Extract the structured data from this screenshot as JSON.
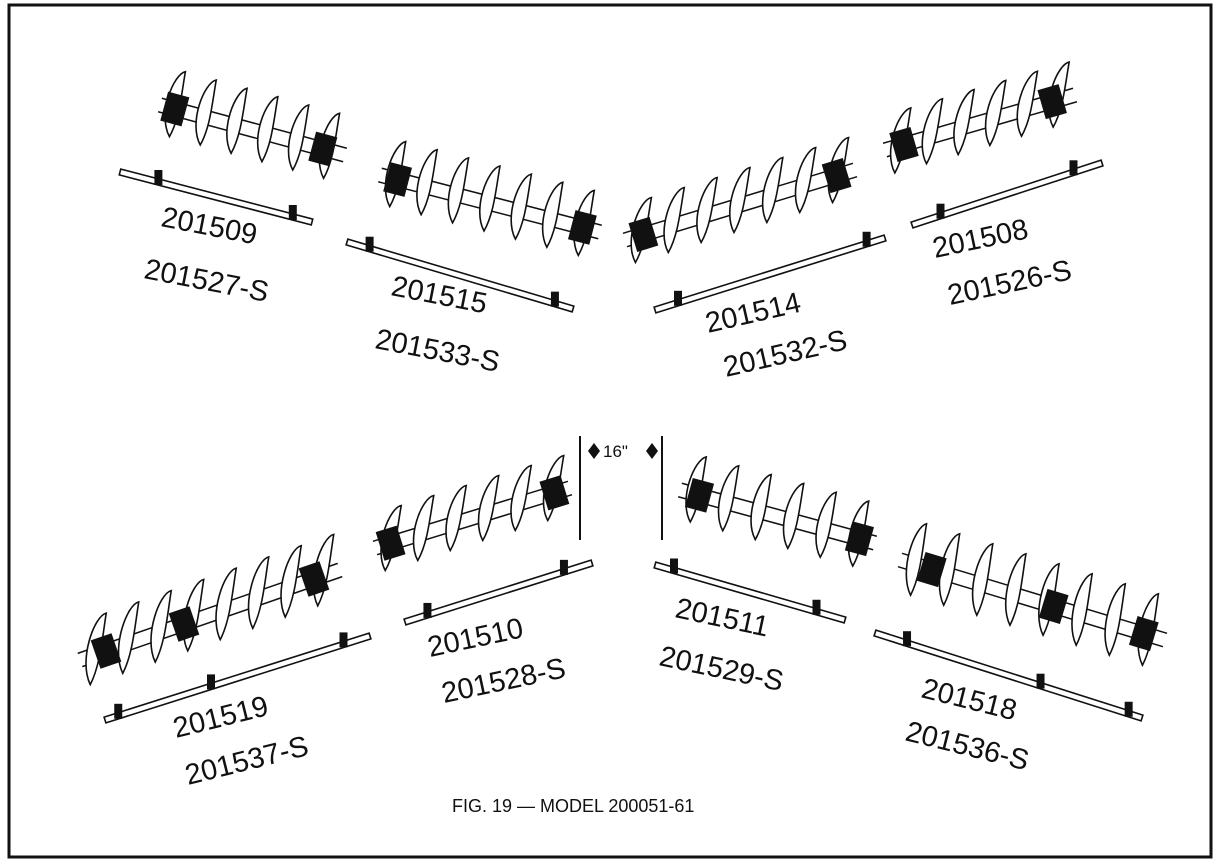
{
  "figure": {
    "caption": "FIG. 19 — MODEL 200051-61",
    "spacing_label": "16\""
  },
  "gangs": [
    {
      "id": "top-left-outer",
      "part": "201509",
      "part_s": "201527-S"
    },
    {
      "id": "top-left-inner",
      "part": "201515",
      "part_s": "201533-S"
    },
    {
      "id": "top-right-inner",
      "part": "201514",
      "part_s": "201532-S"
    },
    {
      "id": "top-right-outer",
      "part": "201508",
      "part_s": "201526-S"
    },
    {
      "id": "bottom-left-outer",
      "part": "201519",
      "part_s": "201537-S"
    },
    {
      "id": "bottom-left-inner",
      "part": "201510",
      "part_s": "201528-S"
    },
    {
      "id": "bottom-right-inner",
      "part": "201511",
      "part_s": "201529-S"
    },
    {
      "id": "bottom-right-outer",
      "part": "201518",
      "part_s": "201536-S"
    }
  ],
  "colors": {
    "ink": "#111111",
    "paper": "#ffffff"
  }
}
